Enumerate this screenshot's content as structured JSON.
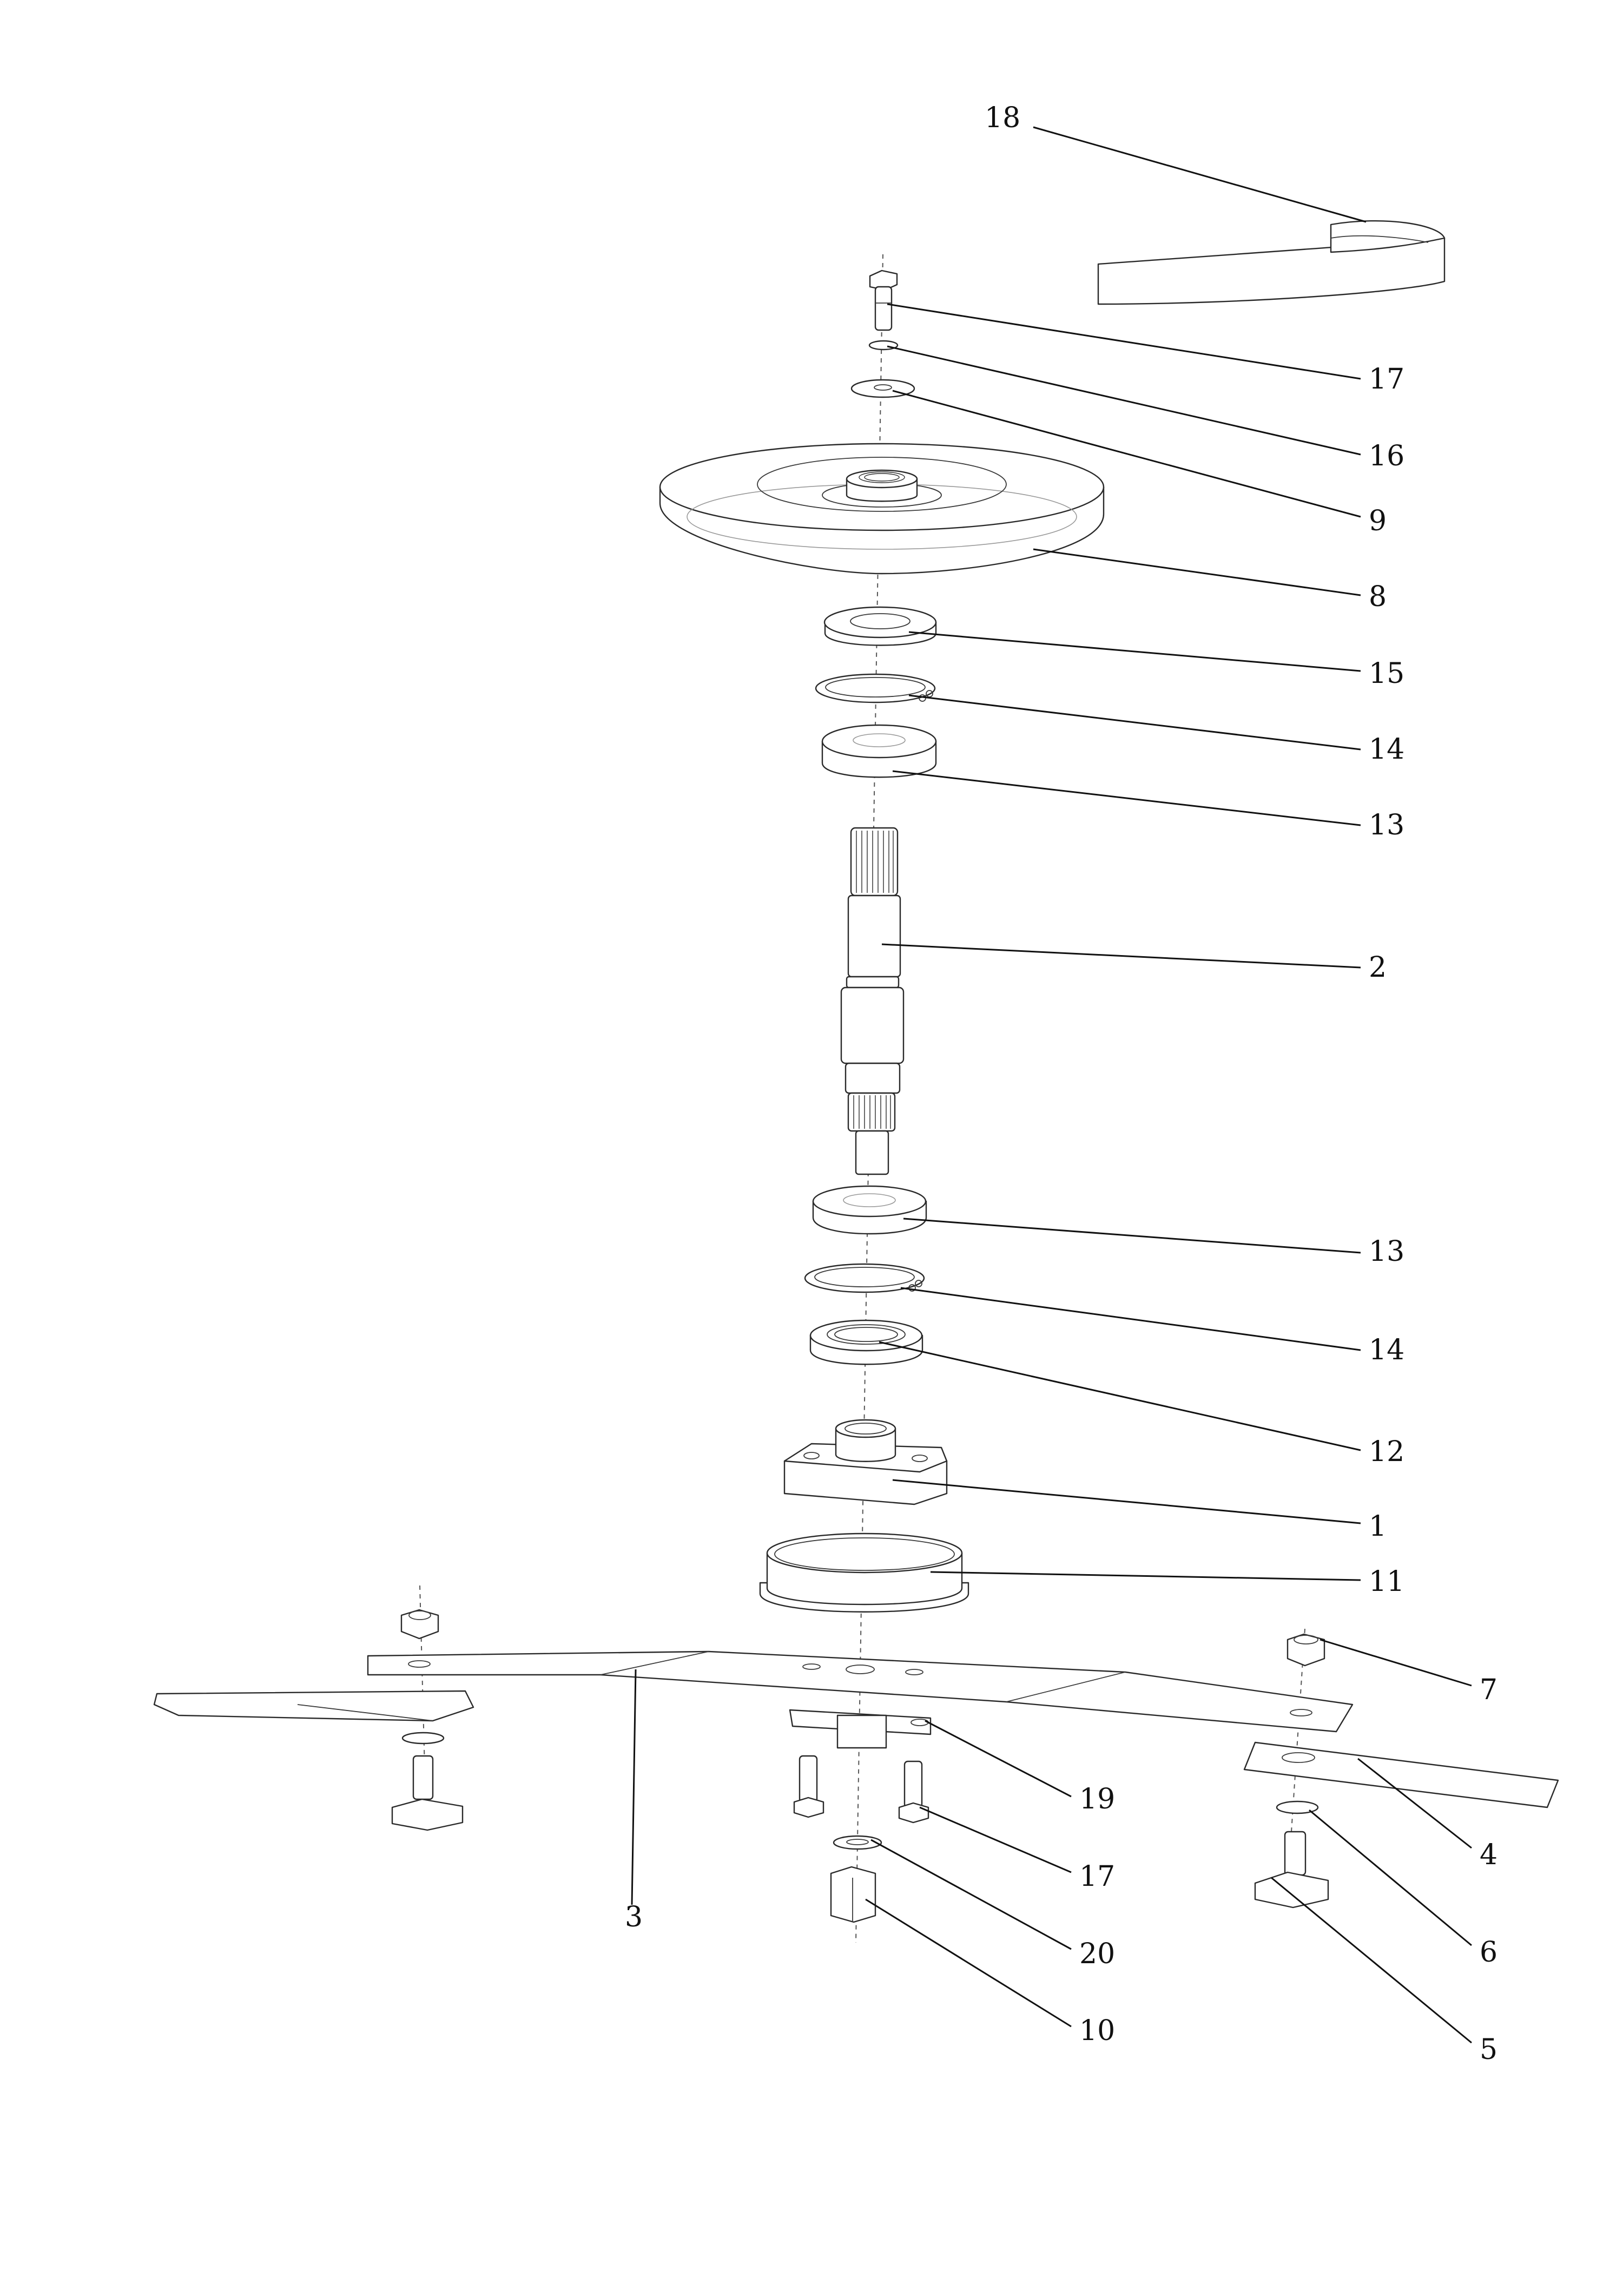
{
  "diagram": {
    "kind": "exploded-parts-view",
    "colors": {
      "line": "#2a2a2a",
      "background": "#ffffff",
      "axis": "#555555"
    },
    "callouts": [
      {
        "id": "c18",
        "label": "18"
      },
      {
        "id": "c17a",
        "label": "17"
      },
      {
        "id": "c16",
        "label": "16"
      },
      {
        "id": "c9",
        "label": "9"
      },
      {
        "id": "c8",
        "label": "8"
      },
      {
        "id": "c15",
        "label": "15"
      },
      {
        "id": "c14a",
        "label": "14"
      },
      {
        "id": "c13a",
        "label": "13"
      },
      {
        "id": "c2",
        "label": "2"
      },
      {
        "id": "c13b",
        "label": "13"
      },
      {
        "id": "c14b",
        "label": "14"
      },
      {
        "id": "c12",
        "label": "12"
      },
      {
        "id": "c1",
        "label": "1"
      },
      {
        "id": "c11",
        "label": "11"
      },
      {
        "id": "c7",
        "label": "7"
      },
      {
        "id": "c19",
        "label": "19"
      },
      {
        "id": "c4",
        "label": "4"
      },
      {
        "id": "c17b",
        "label": "17"
      },
      {
        "id": "c6",
        "label": "6"
      },
      {
        "id": "c3",
        "label": "3"
      },
      {
        "id": "c20",
        "label": "20"
      },
      {
        "id": "c10",
        "label": "10"
      },
      {
        "id": "c5",
        "label": "5"
      }
    ]
  }
}
